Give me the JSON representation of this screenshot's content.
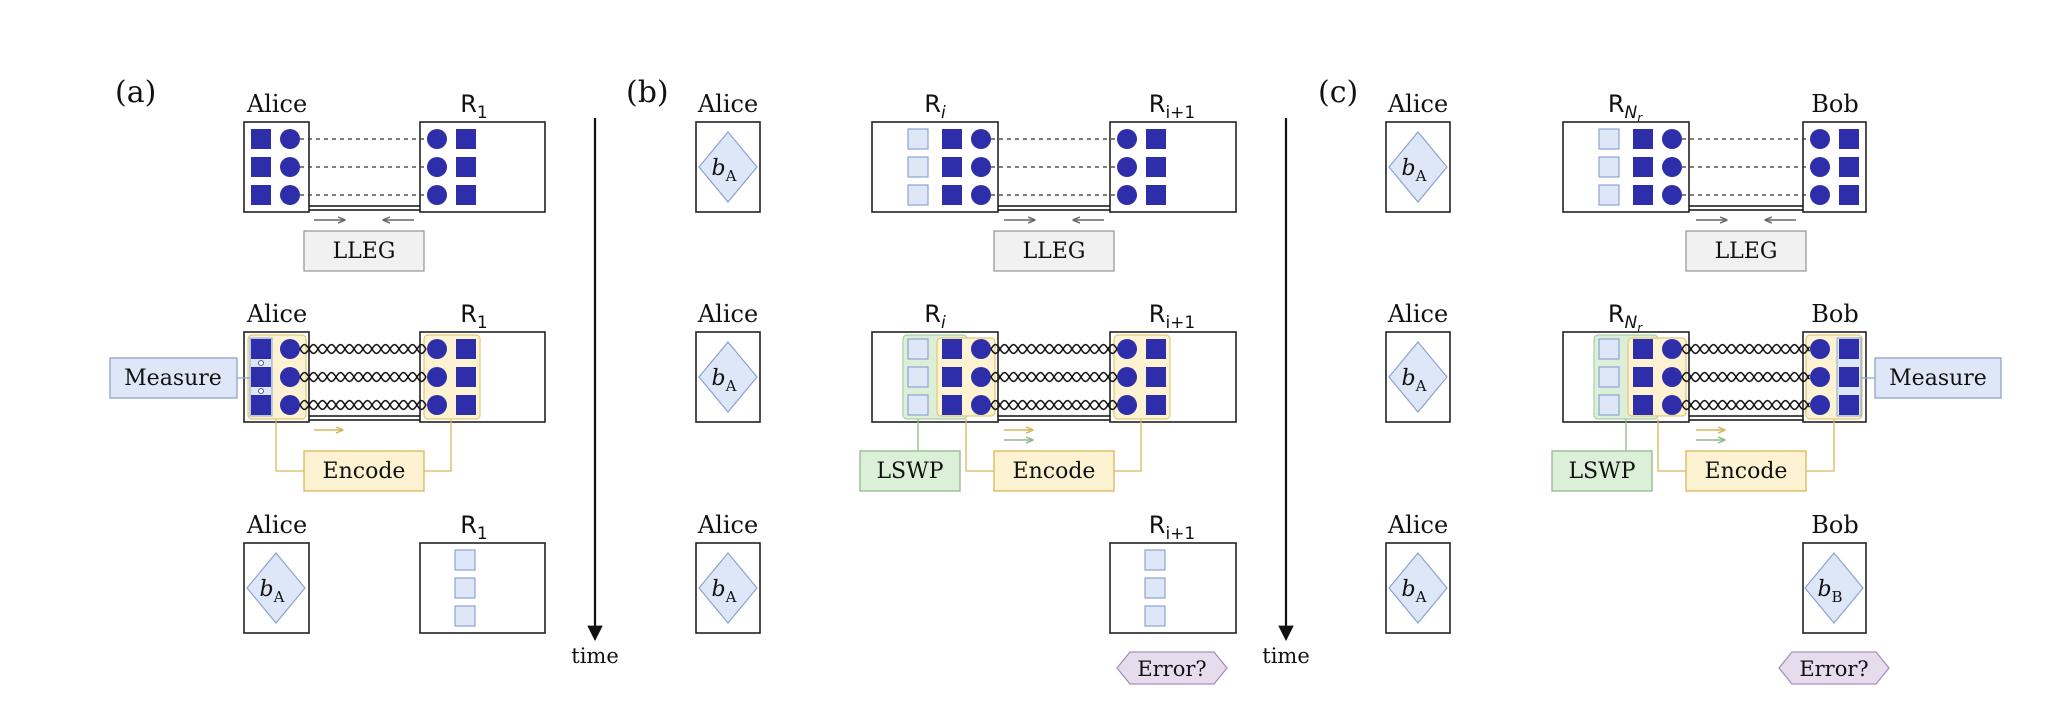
{
  "panels": {
    "a": {
      "label": "(a)",
      "row1": {
        "left": "Alice",
        "right_main": "R",
        "right_sub": "1",
        "op": "LLEG"
      },
      "row2": {
        "left": "Alice",
        "right_main": "R",
        "right_sub": "1",
        "measure": "Measure",
        "encode": "Encode"
      },
      "row3": {
        "left": "Alice",
        "right_main": "R",
        "right_sub": "1",
        "b_main": "b",
        "b_sub": "A"
      }
    },
    "b": {
      "label": "(b)",
      "row1": {
        "alice": "Alice",
        "mid_main": "R",
        "mid_sub": "i",
        "right_main": "R",
        "right_sub": "i+1",
        "op": "LLEG"
      },
      "row2": {
        "alice": "Alice",
        "mid_main": "R",
        "mid_sub": "i",
        "right_main": "R",
        "right_sub": "i+1",
        "swap": "LSWP",
        "encode": "Encode"
      },
      "row3": {
        "alice": "Alice",
        "right_main": "R",
        "right_sub": "i+1",
        "error": "Error?"
      },
      "b_main": "b",
      "b_sub": "A"
    },
    "c": {
      "label": "(c)",
      "row1": {
        "alice": "Alice",
        "mid_main": "R",
        "mid_sub": "N",
        "mid_subsub": "r",
        "right": "Bob",
        "op": "LLEG"
      },
      "row2": {
        "alice": "Alice",
        "mid_main": "R",
        "mid_sub": "N",
        "mid_subsub": "r",
        "right": "Bob",
        "swap": "LSWP",
        "encode": "Encode",
        "measure": "Measure"
      },
      "row3": {
        "alice": "Alice",
        "right": "Bob",
        "error": "Error?",
        "bob_b_main": "b",
        "bob_b_sub": "B"
      },
      "b_main": "b",
      "b_sub": "A"
    }
  },
  "time_label": "time",
  "colors": {
    "qubit": "#2e2eaa",
    "idle_qubit": "#dde7f8",
    "lleg_box": "#f1f1f1",
    "encode_box": "#fdf3d2",
    "encode_line": "#d8b75a",
    "swap_box": "#dcefd9",
    "swap_line": "#8fb98a",
    "measure_box": "#dde7f8",
    "measure_line": "#8ea3cf",
    "error_box": "#e6dcec",
    "diamond": "#dde7f8"
  }
}
